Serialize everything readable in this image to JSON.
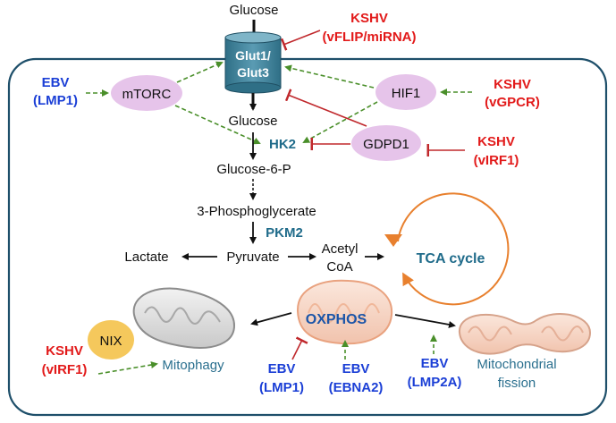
{
  "top": {
    "glucose": "Glucose"
  },
  "kshv_vflip": {
    "line1": "KSHV",
    "line2": "(vFLIP/miRNA)"
  },
  "transporter": {
    "line1": "Glut1/",
    "line2": "Glut3"
  },
  "ebv_lmp1_top": {
    "line1": "EBV",
    "line2": "(LMP1)"
  },
  "mtorc": "mTORC",
  "hif1": "HIF1",
  "kshv_vgpcr": {
    "line1": "KSHV",
    "line2": "(vGPCR)"
  },
  "glucose_inner": "Glucose",
  "hk2": "HK2",
  "gdpd1": "GDPD1",
  "kshv_virf1_right": {
    "line1": "KSHV",
    "line2": "(vIRF1)"
  },
  "g6p": "Glucose-6-P",
  "pg3": "3-Phosphoglycerate",
  "pkm2": "PKM2",
  "lactate": "Lactate",
  "pyruvate": "Pyruvate",
  "acetyl": {
    "line1": "Acetyl",
    "line2": "CoA"
  },
  "tca": "TCA cycle",
  "oxphos": "OXPHOS",
  "nix": "NIX",
  "kshv_virf1_left": {
    "line1": "KSHV",
    "line2": "(vIRF1)"
  },
  "mitophagy": "Mitophagy",
  "ebv_lmp1_bottom": {
    "line1": "EBV",
    "line2": "(LMP1)"
  },
  "ebv_ebna2": {
    "line1": "EBV",
    "line2": "(EBNA2)"
  },
  "ebv_lmp2a": {
    "line1": "EBV",
    "line2": "(LMP2A)"
  },
  "fission": {
    "line1": "Mitochondrial",
    "line2": "fission"
  },
  "colors": {
    "kshv_red": "#e21a1a",
    "ebv_blue": "#1b3fd6",
    "enzyme_teal": "#1f6b8a",
    "activation_green": "#4a8f2a",
    "inhibition_red": "#c0282c",
    "node_pink": "#e6c4ea",
    "transporter_teal": "#3f7f95",
    "nix_gold": "#f5c85c",
    "tca_orange": "#e8802e"
  }
}
